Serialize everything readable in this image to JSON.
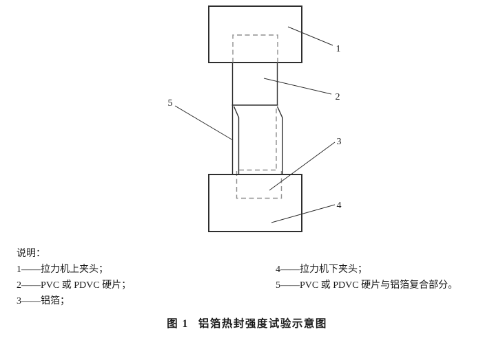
{
  "colors": {
    "bg": "#ffffff",
    "line": "#2e2e2e",
    "dashed": "#8e8e8e",
    "text": "#1a1a1a"
  },
  "diagram": {
    "labels": {
      "n1": "1",
      "n2": "2",
      "n3": "3",
      "n4": "4",
      "n5": "5"
    }
  },
  "legend": {
    "title": "说明：",
    "left": [
      "1——拉力机上夹头；",
      "2——PVC 或 PDVC 硬片；",
      "3——铝箔；"
    ],
    "right": [
      "4——拉力机下夹头；",
      "5——PVC 或 PDVC 硬片与铝箔复合部分。"
    ]
  },
  "caption": {
    "figure_no": "图 1",
    "title": "铝箔热封强度试验示意图"
  }
}
